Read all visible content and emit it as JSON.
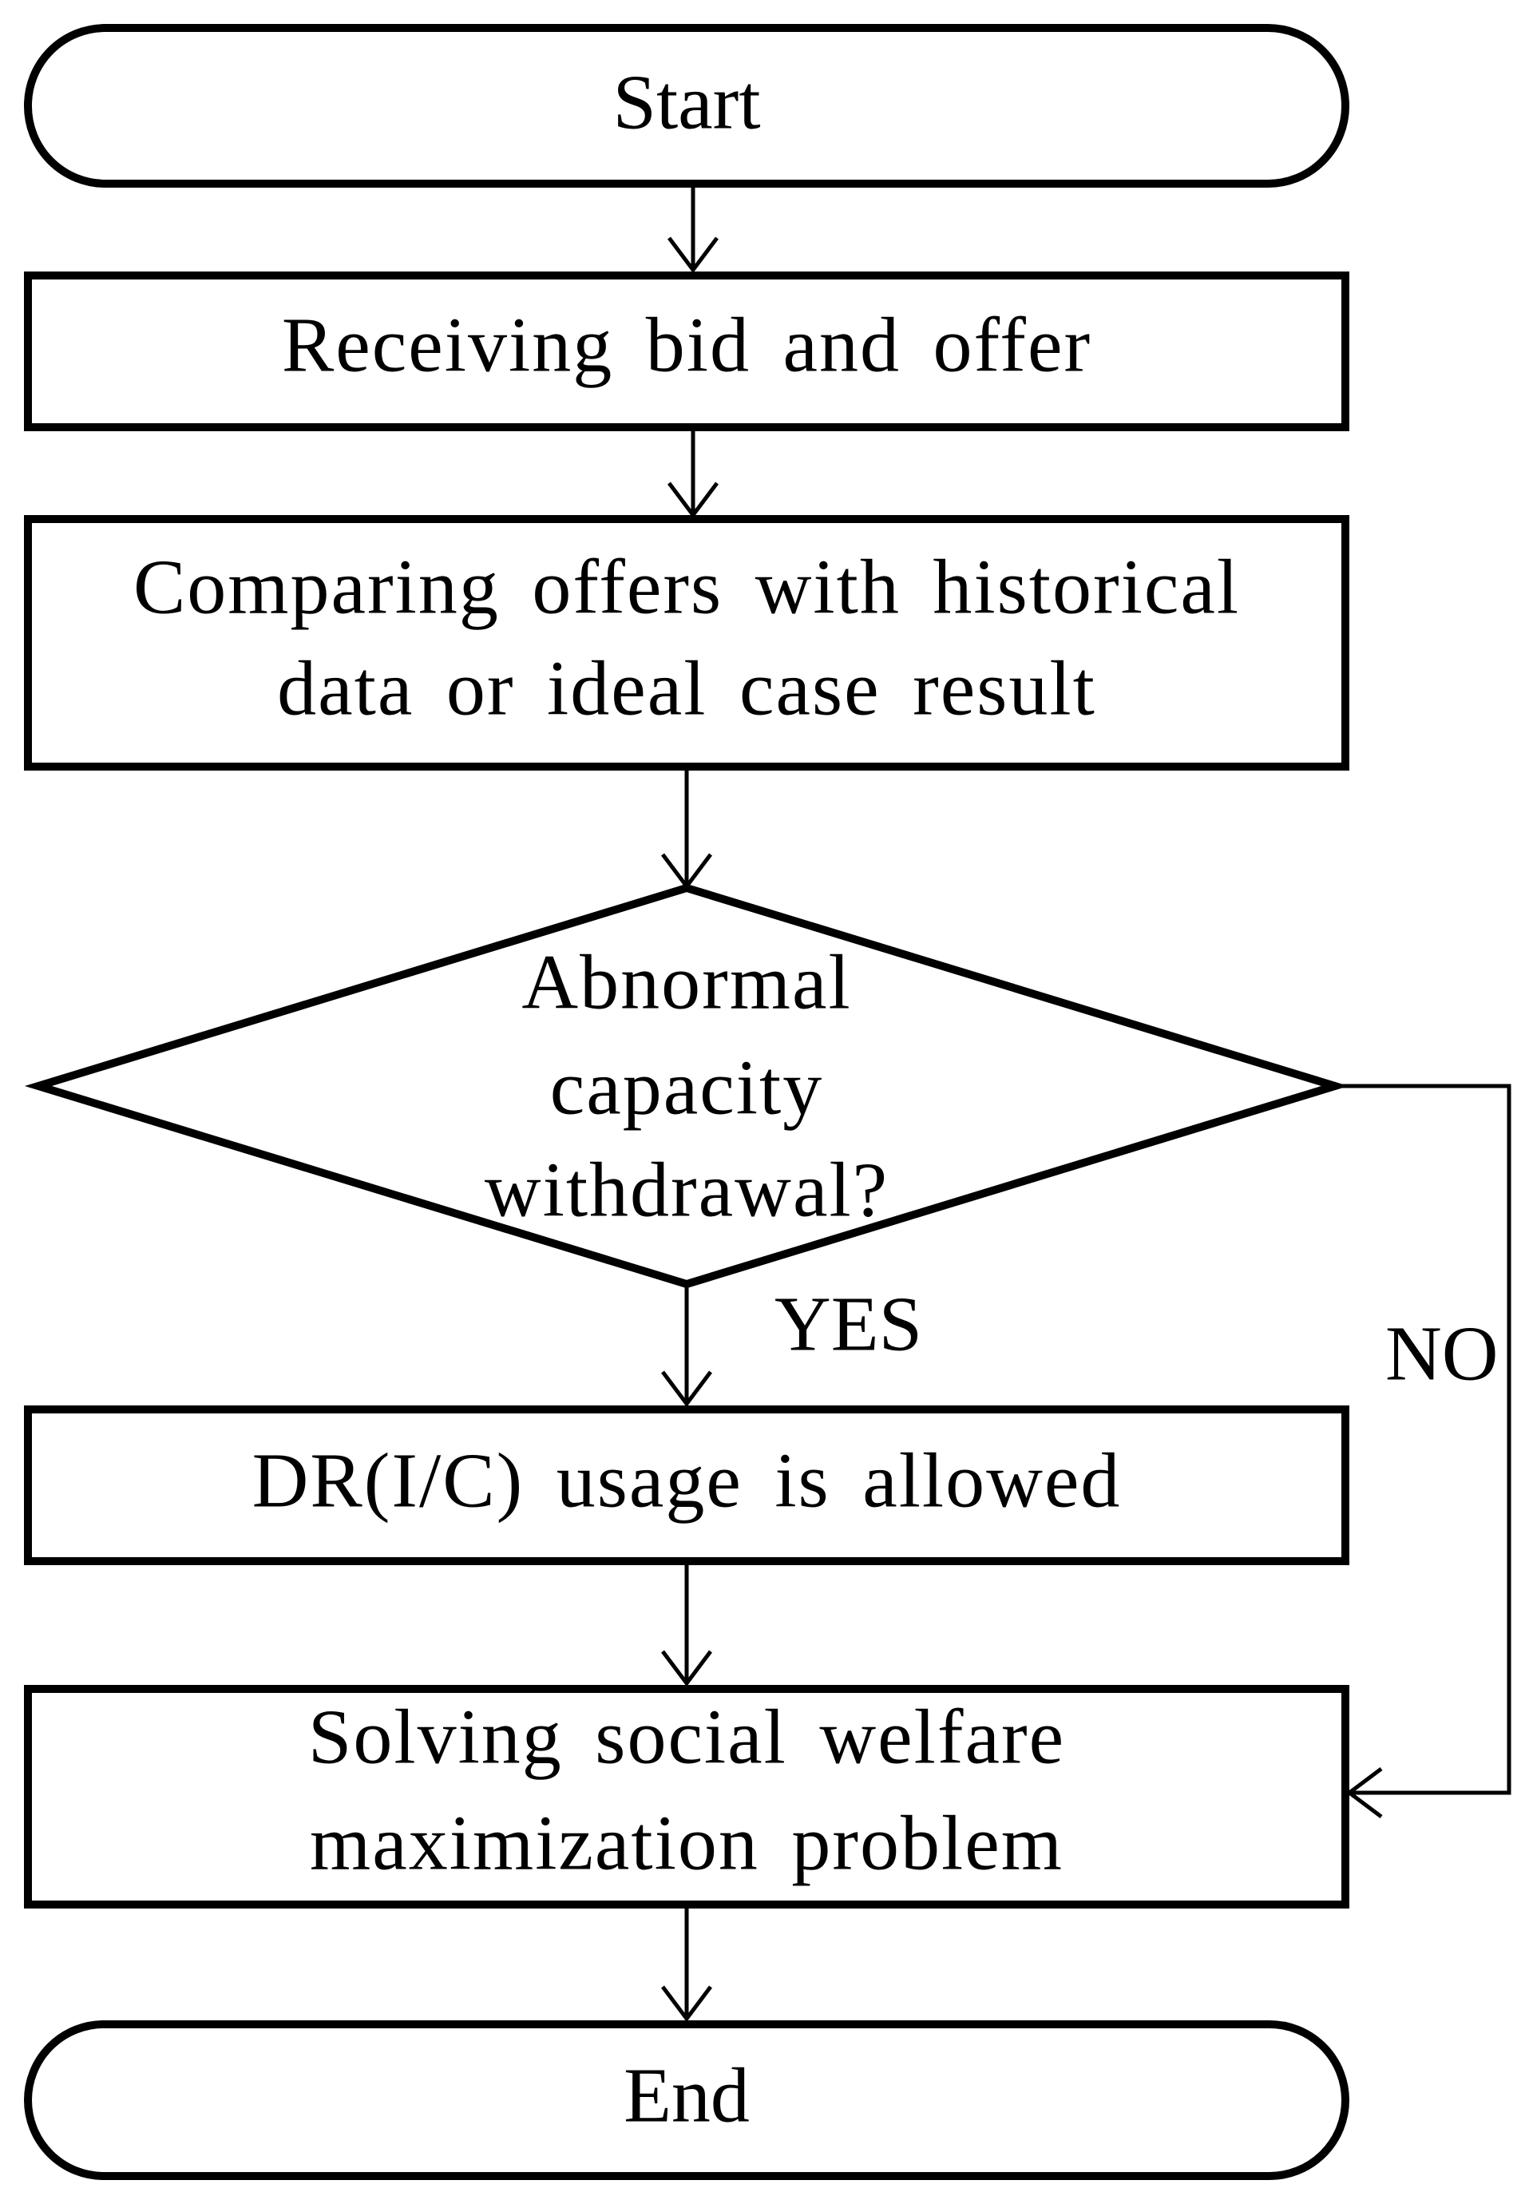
{
  "diagram": {
    "start": {
      "label": "Start"
    },
    "receive": {
      "label": "Receiving bid and offer"
    },
    "compare": {
      "lines": [
        "Comparing offers with historical",
        "data or ideal case result"
      ]
    },
    "decision": {
      "lines": [
        "Abnormal",
        "capacity",
        "withdrawal?"
      ],
      "yes_label": "YES",
      "no_label": "NO"
    },
    "dr_usage": {
      "label": "DR(I/C) usage is allowed"
    },
    "solve": {
      "lines": [
        "Solving social welfare",
        "maximization problem"
      ]
    },
    "end": {
      "label": "End"
    }
  },
  "colors": {
    "stroke": "#000000",
    "fill": "#ffffff",
    "text": "#000000"
  }
}
